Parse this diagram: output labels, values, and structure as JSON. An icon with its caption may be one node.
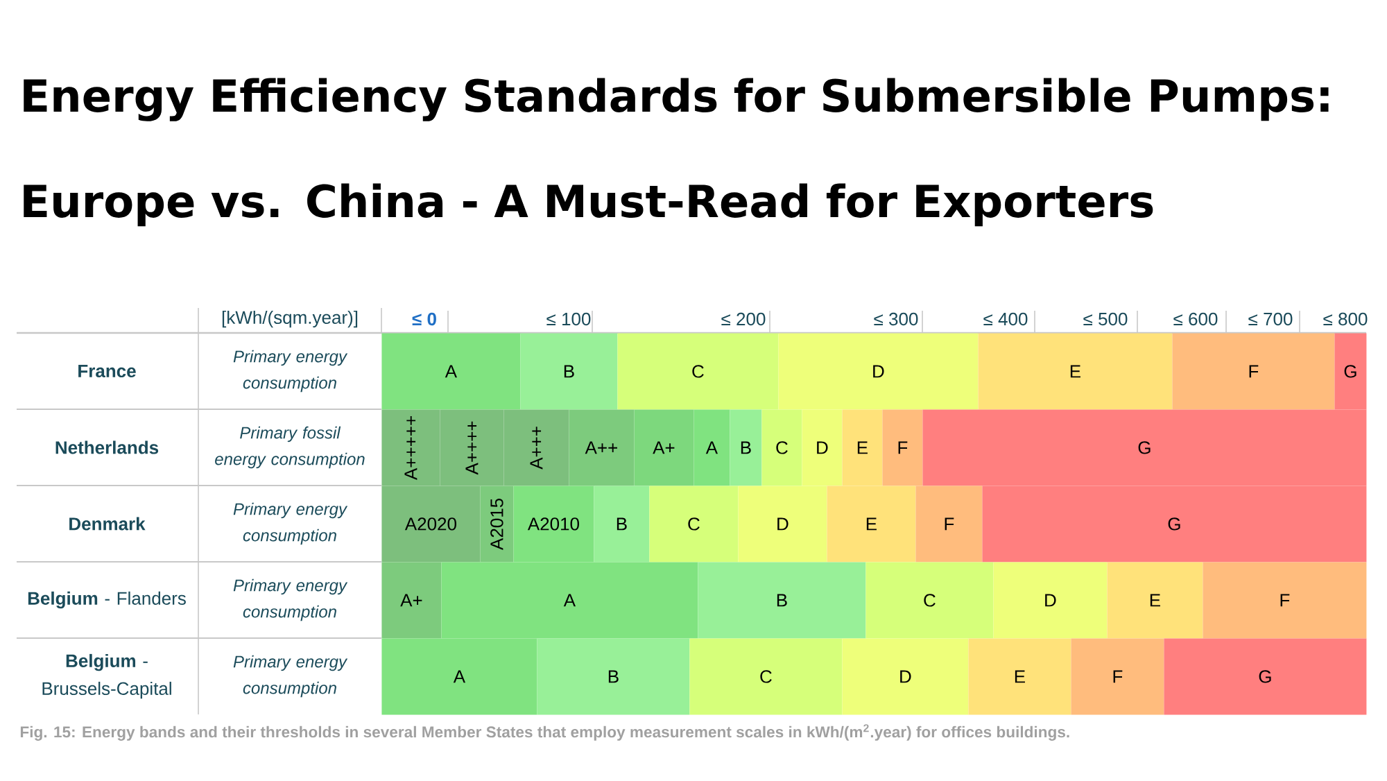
{
  "diagram": {
    "title": "Energy Efficiency Standards for Submersible Pumps: Europe vs. China - A Must-Read for Exporters",
    "caption": "Fig. 15: Energy bands and their thresholds in several Member States that employ measurement scales in kWh/(m$^{2}$.year) for offices buildings.",
    "nodes": [
      {
        "text": [
          "A"
        ]
      },
      {
        "text": [
          "B"
        ]
      },
      {
        "text": [
          "C"
        ]
      },
      {
        "text": [
          "D"
        ]
      },
      {
        "text": [
          "E"
        ]
      },
      {
        "text": [
          "F"
        ]
      },
      {
        "text": [
          "G"
        ]
      },
      {
        "text": [
          "A+++++"
        ]
      },
      {
        "text": [
          "A++++"
        ]
      },
      {
        "text": [
          "A+++"
        ]
      },
      {
        "text": [
          "A++"
        ]
      },
      {
        "text": [
          "A+"
        ]
      },
      {
        "text": [
          "A"
        ]
      },
      {
        "text": [
          "B"
        ]
      },
      {
        "text": [
          "C"
        ]
      },
      {
        "text": [
          "D"
        ]
      },
      {
        "text": [
          "E"
        ]
      },
      {
        "text": [
          "F"
        ]
      },
      {
        "text": [
          "G"
        ]
      },
      {
        "text": [
          "A2020"
        ]
      },
      {
        "text": [
          "A2015"
        ]
      },
      {
        "text": [
          "A2010"
        ]
      },
      {
        "text": [
          "B"
        ]
      },
      {
        "text": [
          "C"
        ]
      },
      {
        "text": [
          "D"
        ]
      },
      {
        "text": [
          "E"
        ]
      },
      {
        "text": [
          "F"
        ]
      },
      {
        "text": [
          "G"
        ]
      },
      {
        "text": [
          "A+"
        ]
      },
      {
        "text": [
          "A"
        ]
      },
      {
        "text": [
          "B"
        ]
      },
      {
        "text": [
          "C"
        ]
      },
      {
        "text": [
          "D"
        ]
      },
      {
        "text": [
          "E"
        ]
      },
      {
        "text": [
          "F"
        ]
      },
      {
        "text": [
          "A"
        ]
      },
      {
        "text": [
          "B"
        ]
      },
      {
        "text": [
          "C"
        ]
      },
      {
        "text": [
          "D"
        ]
      },
      {
        "text": [
          "E"
        ]
      },
      {
        "text": [
          "F"
        ]
      },
      {
        "text": [
          "G"
        ]
      }
    ],
    "edges": [],
    "labels": [
      "[kWh/(sqm.year)]",
      "≤ 0",
      "≤ 100",
      "≤ 200",
      "≤ 300",
      "≤ 400",
      "≤ 500",
      "≤ 600",
      "≤ 700",
      "≤ 800",
      "France",
      "Primary energy consumption",
      "Netherlands",
      "Primary fossil energy consumption",
      "Denmark",
      "Primary energy consumption",
      "**Belgium** - Flanders",
      "Primary energy consumption",
      "**Belgium** - Brussels-Capital",
      "Primary energy consumption"
    ]
  }
}
